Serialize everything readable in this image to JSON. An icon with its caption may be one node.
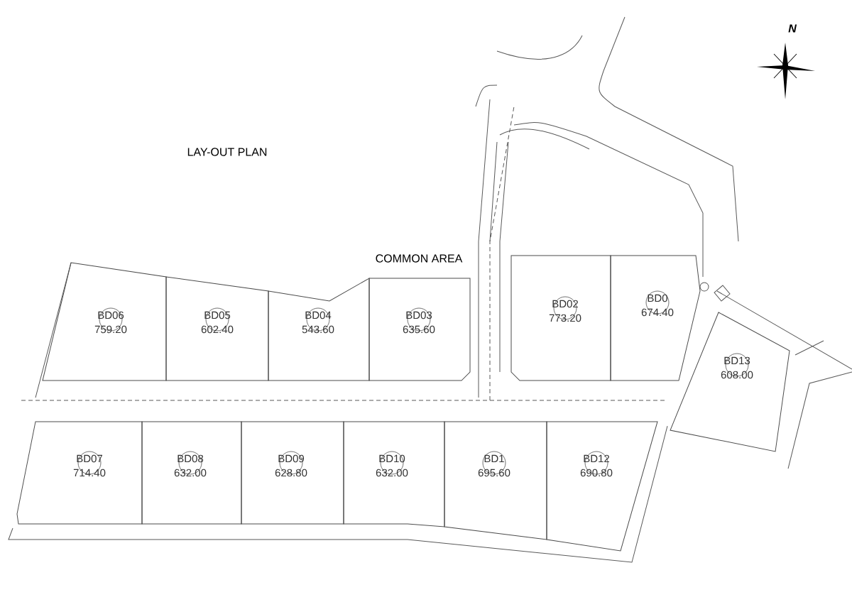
{
  "diagram": {
    "title": "LAY-OUT PLAN",
    "nodes": [
      {
        "text": [
          "BD06",
          "759.20"
        ]
      },
      {
        "text": [
          "BD05",
          "602.40"
        ]
      },
      {
        "text": [
          "BD04",
          "543.60"
        ]
      },
      {
        "text": [
          "BD03",
          "635.60"
        ]
      },
      {
        "text": [
          "BD02",
          "773.20"
        ]
      },
      {
        "text": [
          "BD0",
          "674.40"
        ]
      },
      {
        "text": [
          "BD13",
          "608.00"
        ]
      },
      {
        "text": [
          "BD07",
          "714.40"
        ]
      },
      {
        "text": [
          "BD08",
          "632.00"
        ]
      },
      {
        "text": [
          "BD09",
          "628.80"
        ]
      },
      {
        "text": [
          "BD10",
          "632.00"
        ]
      },
      {
        "text": [
          "BD1",
          "695.60"
        ]
      },
      {
        "text": [
          "BD12",
          "690.80"
        ]
      }
    ],
    "labels": [
      "COMMON AREA",
      "N"
    ]
  }
}
